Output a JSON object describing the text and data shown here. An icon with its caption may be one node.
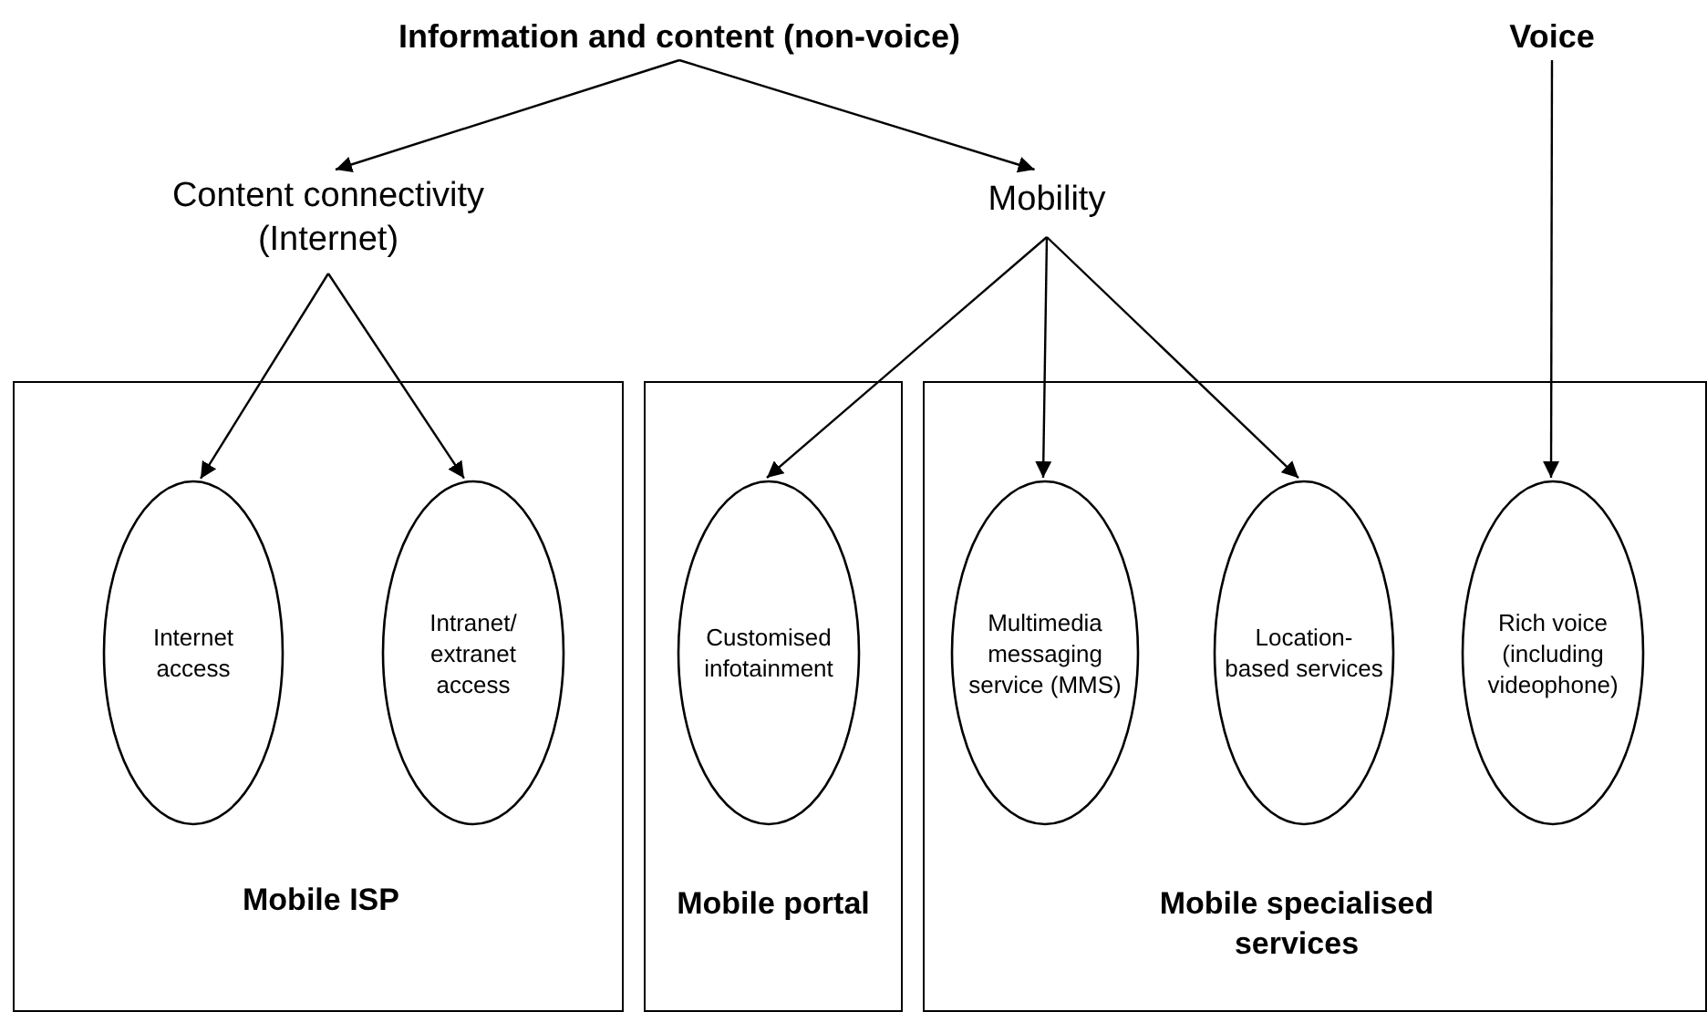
{
  "diagram": {
    "nodes": [
      {
        "text": [
          "Information and content (non-voice)"
        ]
      },
      {
        "text": [
          "Voice"
        ]
      },
      {
        "text": [
          "Content connectivity (Internet)"
        ]
      },
      {
        "text": [
          "Mobility"
        ]
      },
      {
        "text": [
          "Mobile ISP"
        ]
      },
      {
        "text": [
          "Internet access"
        ],
        "in": 4
      },
      {
        "text": [
          "Intranet/ extranet access"
        ],
        "in": 4
      },
      {
        "text": [
          "Mobile portal"
        ]
      },
      {
        "text": [
          "Customised infotainment"
        ],
        "in": 7
      },
      {
        "text": [
          "Mobile specialised services"
        ]
      },
      {
        "text": [
          "Multimedia messaging service (MMS)"
        ],
        "in": 9
      },
      {
        "text": [
          "Location- based services"
        ],
        "in": 9
      },
      {
        "text": [
          "Rich voice (including videophone)"
        ],
        "in": 9
      }
    ],
    "edges": [
      {
        "from": 0,
        "to": 2,
        "arrow": "to"
      },
      {
        "from": 0,
        "to": 3,
        "arrow": "to"
      },
      {
        "from": 2,
        "to": 5,
        "arrow": "to"
      },
      {
        "from": 2,
        "to": 6,
        "arrow": "to"
      },
      {
        "from": 3,
        "to": 8,
        "arrow": "to"
      },
      {
        "from": 3,
        "to": 10,
        "arrow": "to"
      },
      {
        "from": 3,
        "to": 11,
        "arrow": "to"
      },
      {
        "from": 1,
        "to": 12,
        "arrow": "to"
      }
    ]
  }
}
